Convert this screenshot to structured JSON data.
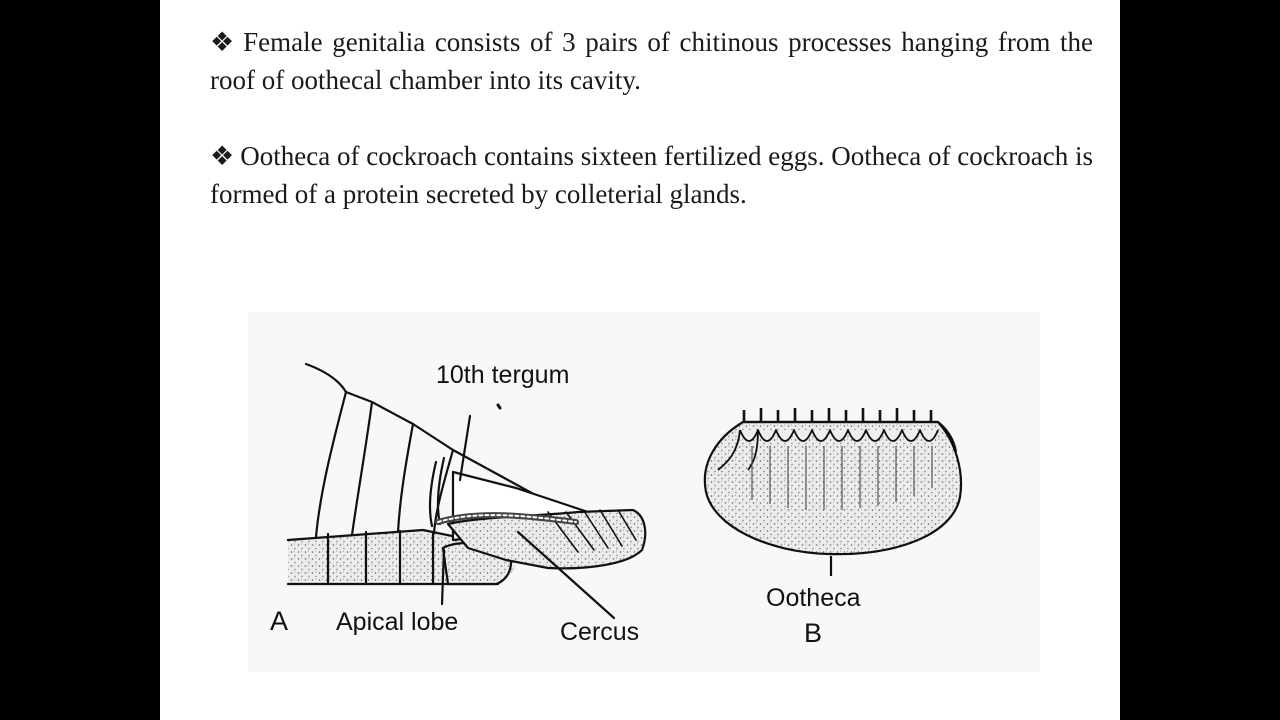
{
  "slide": {
    "bullet_symbol": "❖",
    "paragraphs": [
      "Female genitalia consists of 3 pairs of chitinous processes hanging from the roof of oothecal chamber into its cavity.",
      "Ootheca of cockroach contains sixteen fertilized eggs. Ootheca of cockroach is formed of a protein secreted by colleterial glands."
    ]
  },
  "figure": {
    "labels": {
      "tergum": "10th tergum",
      "apical_lobe": "Apical lobe",
      "cercus": "Cercus",
      "ootheca": "Ootheca",
      "panel_a": "A",
      "panel_b": "B"
    }
  }
}
